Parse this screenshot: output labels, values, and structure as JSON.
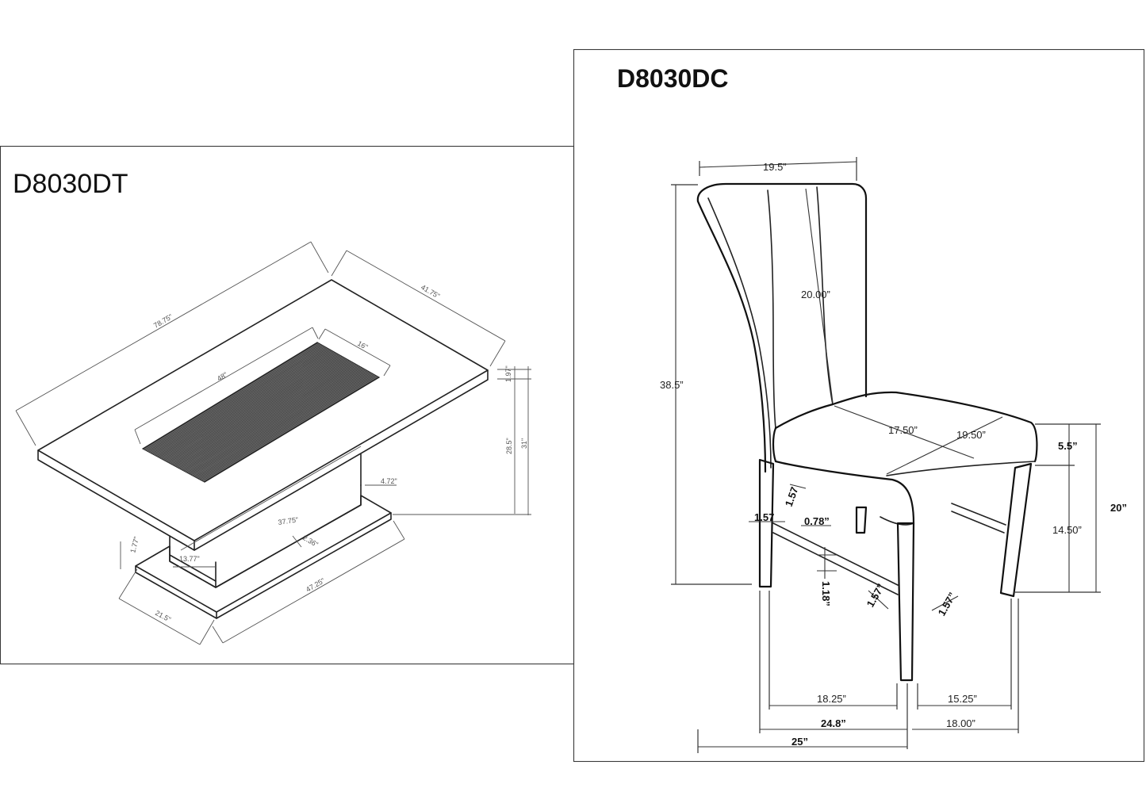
{
  "table": {
    "title": "D8030DT",
    "dims": {
      "length": "78.75\"",
      "width": "41.75\"",
      "insert_width": "16\"",
      "insert_length": "48\"",
      "top_thickness": "1.97\"",
      "height_under": "28.5\"",
      "height_total": "31\"",
      "base_offset": "4.72\"",
      "base_length": "37.75\"",
      "base_gap": "2.36\"",
      "base_depth": "13.77\"",
      "plinth_thickness": "1.77\"",
      "plinth_width": "21.5\"",
      "plinth_length": "47.25\""
    }
  },
  "chair": {
    "title": "D8030DC",
    "dims": {
      "back_width": "19.5”",
      "total_height": "38.5”",
      "back_height": "20.00”",
      "seat_depth": "17.50”",
      "seat_width": "19.50”",
      "seat_thickness": "5.5”",
      "seat_height": "20”",
      "leg_height": "14.50”",
      "leg_size_a": "1.57",
      "leg_size_b": "1.57",
      "stretcher_gap": "0.78”",
      "stretcher_height": "1.18”",
      "leg_size_c": "1.57”",
      "leg_size_d": "1.57”",
      "front_span": "18.25”",
      "side_span": "15.25”",
      "front_overall": "24.8”",
      "side_overall": "18.00”",
      "overall_depth": "25”"
    }
  },
  "colors": {
    "line": "#222222",
    "frame": "#3a3a3a",
    "groove": "#6e6e6e"
  }
}
